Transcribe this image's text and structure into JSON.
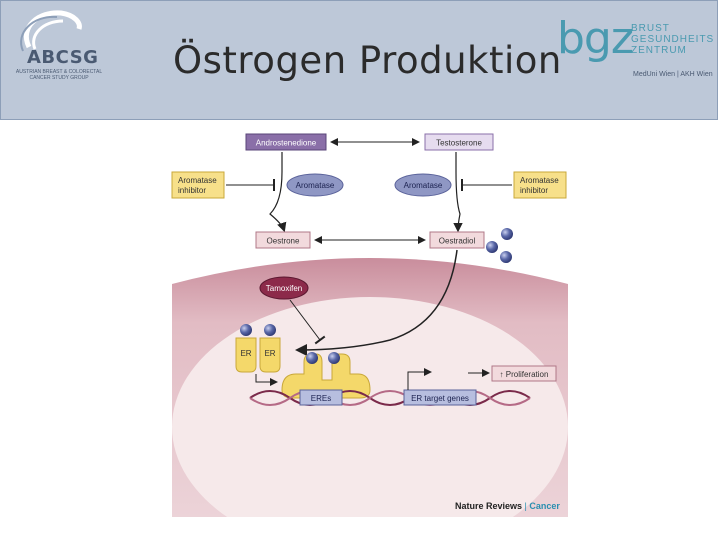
{
  "slide": {
    "title": "Östrogen Produktion"
  },
  "logos": {
    "abcsg": {
      "name": "ABCSG",
      "subtitle": "AUSTRIAN BREAST & COLORECTAL CANCER STUDY GROUP"
    },
    "bgz": {
      "mark": "bgz",
      "lines": [
        "BRUST",
        "GESUNDHEITS",
        "ZENTRUM"
      ],
      "subtitle": "MedUni Wien | AKH Wien"
    }
  },
  "diagram": {
    "labels": {
      "androstenedione": "Androstenedione",
      "testosterone": "Testosterone",
      "aromatase_left": "Aromatase",
      "aromatase_right": "Aromatase",
      "aromatase_inhibitor_left": [
        "Aromatase",
        "inhibitor"
      ],
      "aromatase_inhibitor_right": [
        "Aromatase",
        "inhibitor"
      ],
      "oestrone": "Oestrone",
      "oestradiol": "Oestradiol",
      "tamoxifen": "Tamoxifen",
      "er_left": "ER",
      "er_right": "ER",
      "eres": "EREs",
      "er_target_genes": "ER target genes",
      "proliferation": "↑ Proliferation"
    },
    "colors": {
      "purple_box": "#8a6fa8",
      "pink_box": "#f2dadd",
      "yellow_box": "#f7e08a",
      "aromatase_oval": "#8f97c4",
      "tamoxifen_oval": "#8c2a4a",
      "cell_outer": "#d6a7b2",
      "nucleus": "#f6e9ea",
      "receptor": "#f4d86a",
      "ligand": "#3c4a8a",
      "dna": "#7a2a4a"
    }
  },
  "credit": {
    "journal": "Nature Reviews",
    "separator": " | ",
    "section": "Cancer"
  }
}
